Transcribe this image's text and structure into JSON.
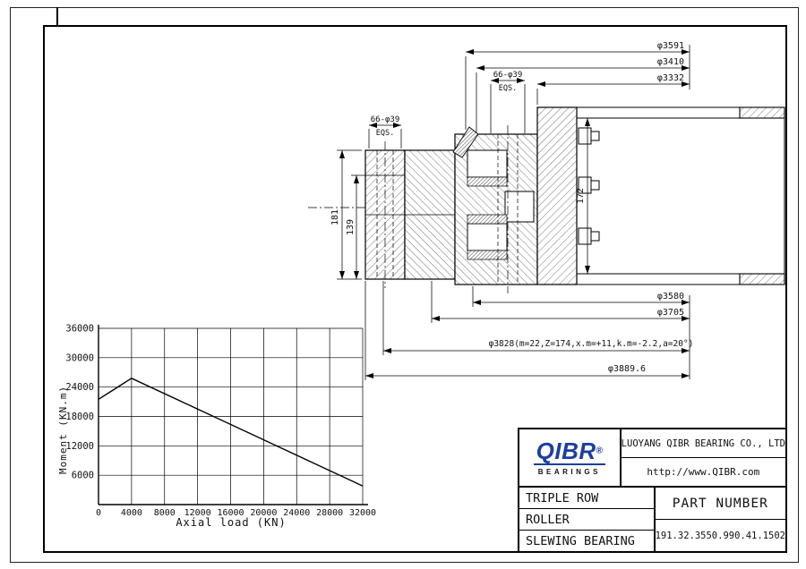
{
  "drawing": {
    "dim_d3591": "φ3591",
    "dim_d3410": "φ3410",
    "dim_d3332": "φ3332",
    "callout_top_line1": "66-φ39",
    "callout_top_line2": "EQS.",
    "callout_left_line1": "66-φ39",
    "callout_left_line2": "EQS.",
    "dim_h181": "181",
    "dim_h139": "139",
    "dim_h172": "172",
    "dim_d3580": "φ3580",
    "dim_d3705": "φ3705",
    "dim_gear": "φ3828(m=22,Z=174,x.m=+11,k.m=-2.2,a=20°)",
    "dim_d3889": "φ3889.6"
  },
  "chart_data": {
    "type": "line",
    "title": "",
    "xlabel": "Axial load (KN)",
    "ylabel": "Moment (KN.m)",
    "x": [
      0,
      4000,
      32000
    ],
    "y": [
      21500,
      25800,
      3800
    ],
    "xticks": [
      0,
      4000,
      8000,
      12000,
      16000,
      20000,
      24000,
      28000,
      32000
    ],
    "yticks": [
      6000,
      12000,
      18000,
      24000,
      30000,
      36000
    ],
    "xlim": [
      0,
      32000
    ],
    "ylim": [
      0,
      36000
    ],
    "grid": true,
    "legend": null,
    "line_color": "#000000"
  },
  "titleblock": {
    "logo_text": "QIBR",
    "logo_reg": "®",
    "logo_sub": "BEARINGS",
    "logo_color": "#1c3f9e",
    "company": "LUOYANG QIBR BEARING CO., LTD",
    "website": "http://www.QIBR.com",
    "product_line1": "TRIPLE ROW",
    "product_line2": "ROLLER",
    "product_line3": "SLEWING BEARING",
    "part_number_label": "PART NUMBER",
    "part_number": "191.32.3550.990.41.1502"
  }
}
